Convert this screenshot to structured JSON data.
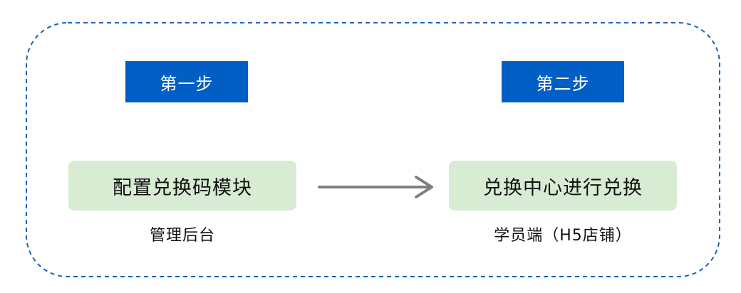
{
  "steps": [
    {
      "label": "第一步",
      "action": "配置兑换码模块",
      "caption": "管理后台"
    },
    {
      "label": "第二步",
      "action": "兑换中心进行兑换",
      "caption": "学员端（H5店铺）"
    }
  ],
  "colors": {
    "step_label_bg": "#005ec4",
    "action_box_bg": "#d8ecd3",
    "frame_border": "#1b64b8",
    "arrow": "#7f7f7f"
  }
}
